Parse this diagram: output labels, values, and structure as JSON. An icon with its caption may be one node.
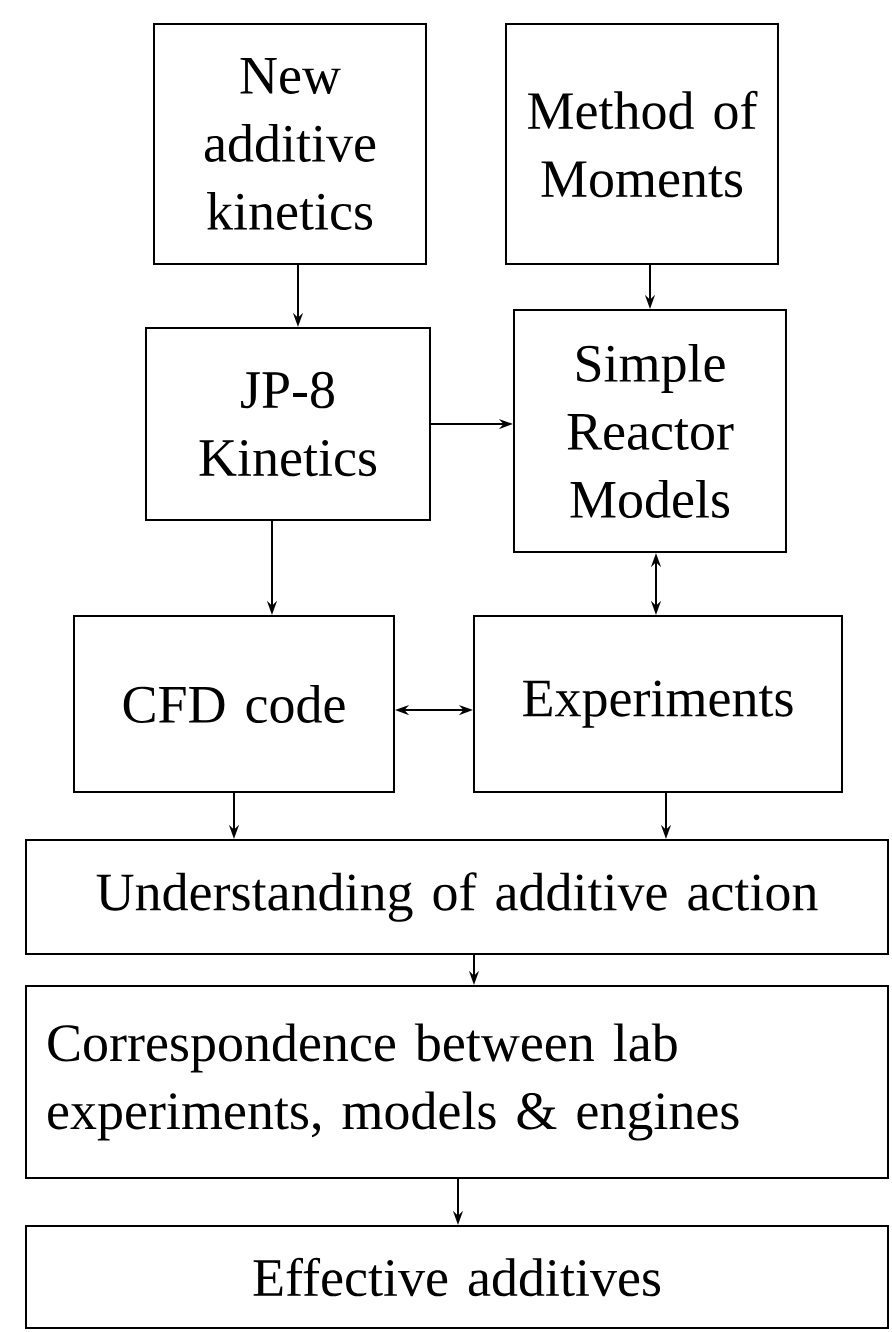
{
  "diagram": {
    "nodes": [
      {
        "text": [
          "New additive kinetics"
        ]
      },
      {
        "text": [
          "Method of Moments"
        ]
      },
      {
        "text": [
          "JP-8 Kinetics"
        ]
      },
      {
        "text": [
          "Simple Reactor Models"
        ]
      },
      {
        "text": [
          "CFD code"
        ]
      },
      {
        "text": [
          "Experiments"
        ]
      },
      {
        "text": [
          "Understanding of additive action"
        ]
      },
      {
        "text": [
          "Correspondence between lab experiments, models & engines"
        ]
      },
      {
        "text": [
          "Effective additives"
        ]
      }
    ],
    "edges": [
      {
        "from": 0,
        "to": 2,
        "arrow": "to"
      },
      {
        "from": 1,
        "to": 3,
        "arrow": "to"
      },
      {
        "from": 2,
        "to": 3,
        "arrow": "to"
      },
      {
        "from": 2,
        "to": 4,
        "arrow": "to"
      },
      {
        "from": 3,
        "to": 5,
        "arrow": "both"
      },
      {
        "from": 4,
        "to": 5,
        "arrow": "both"
      },
      {
        "from": 4,
        "to": 6,
        "arrow": "to"
      },
      {
        "from": 5,
        "to": 6,
        "arrow": "to"
      },
      {
        "from": 6,
        "to": 7,
        "arrow": "to"
      },
      {
        "from": 7,
        "to": 8,
        "arrow": "to"
      }
    ]
  }
}
